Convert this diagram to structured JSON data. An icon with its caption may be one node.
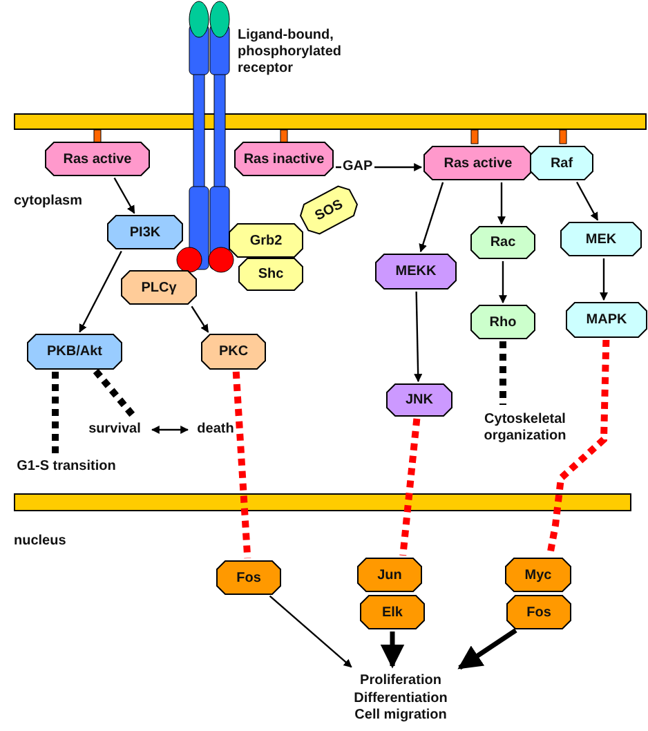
{
  "diagram": {
    "nodes": [
      {
        "text": [],
        "shape": "picture",
        "beside": [
          "Ligand-bound, phosphorylated receptor"
        ]
      },
      {
        "text": [
          "Ras active"
        ]
      },
      {
        "text": [
          "Ras inactive"
        ]
      },
      {
        "text": [
          "Ras active"
        ]
      },
      {
        "text": [
          "Raf"
        ]
      },
      {
        "text": [
          "SOS"
        ]
      },
      {
        "text": [
          "PI3K"
        ]
      },
      {
        "text": [
          "Grb2"
        ]
      },
      {
        "text": [
          "Rac"
        ]
      },
      {
        "text": [
          "MEK"
        ]
      },
      {
        "text": [
          "Shc"
        ]
      },
      {
        "text": [
          "MEKK"
        ]
      },
      {
        "text": [
          "PLCγ"
        ]
      },
      {
        "text": [
          "Rho"
        ]
      },
      {
        "text": [
          "MAPK"
        ]
      },
      {
        "text": [
          "PKB/Akt"
        ]
      },
      {
        "text": [
          "PKC"
        ]
      },
      {
        "text": [
          "JNK"
        ]
      },
      {
        "text": [
          "Cytoskeletal organization"
        ]
      },
      {
        "text": [
          "survival"
        ]
      },
      {
        "text": [
          "death"
        ]
      },
      {
        "text": [
          "G1-S transition"
        ]
      },
      {
        "text": [
          "Fos"
        ]
      },
      {
        "text": [
          "Jun"
        ]
      },
      {
        "text": [
          "Myc"
        ]
      },
      {
        "text": [
          "Elk"
        ]
      },
      {
        "text": [
          "Fos"
        ]
      },
      {
        "text": [
          "Proliferation Differentiation Cell migration"
        ]
      },
      {
        "text": [],
        "shape": "bar"
      },
      {
        "text": [],
        "shape": "bar"
      }
    ],
    "edges": [
      {
        "from": 1,
        "to": 6,
        "arrow": "to"
      },
      {
        "from": 6,
        "to": 15,
        "arrow": "to"
      },
      {
        "from": 12,
        "to": 16,
        "arrow": "to"
      },
      {
        "from": 2,
        "to": 3,
        "arrow": "to",
        "label": "GAP"
      },
      {
        "from": 3,
        "to": 11,
        "arrow": "to"
      },
      {
        "from": 3,
        "to": 8,
        "arrow": "to"
      },
      {
        "from": 4,
        "to": 9,
        "arrow": "to"
      },
      {
        "from": 11,
        "to": 17,
        "arrow": "to"
      },
      {
        "from": 8,
        "to": 13,
        "arrow": "to"
      },
      {
        "from": 9,
        "to": 14,
        "arrow": "to"
      },
      {
        "from": 15,
        "to": 21,
        "arrow": "none",
        "style": "dashed"
      },
      {
        "from": 15,
        "to": 19,
        "arrow": "none",
        "style": "dashed"
      },
      {
        "from": 19,
        "to": 20,
        "arrow": "both"
      },
      {
        "from": 13,
        "to": 18,
        "arrow": "none",
        "style": "dashed"
      },
      {
        "from": 16,
        "to": 22,
        "arrow": "none",
        "style": "dashed",
        "color": "#ff0000"
      },
      {
        "from": 17,
        "to": 23,
        "arrow": "none",
        "style": "dashed",
        "color": "#ff0000"
      },
      {
        "from": 14,
        "to": 24,
        "arrow": "none",
        "style": "dashed",
        "color": "#ff0000"
      },
      {
        "from": 22,
        "to": 27,
        "arrow": "to"
      },
      {
        "from": 25,
        "to": 27,
        "arrow": "to",
        "style": "thick"
      },
      {
        "from": 26,
        "to": 27,
        "arrow": "to",
        "style": "thick"
      }
    ],
    "labels": [
      "cytoplasm",
      "nucleus"
    ]
  }
}
